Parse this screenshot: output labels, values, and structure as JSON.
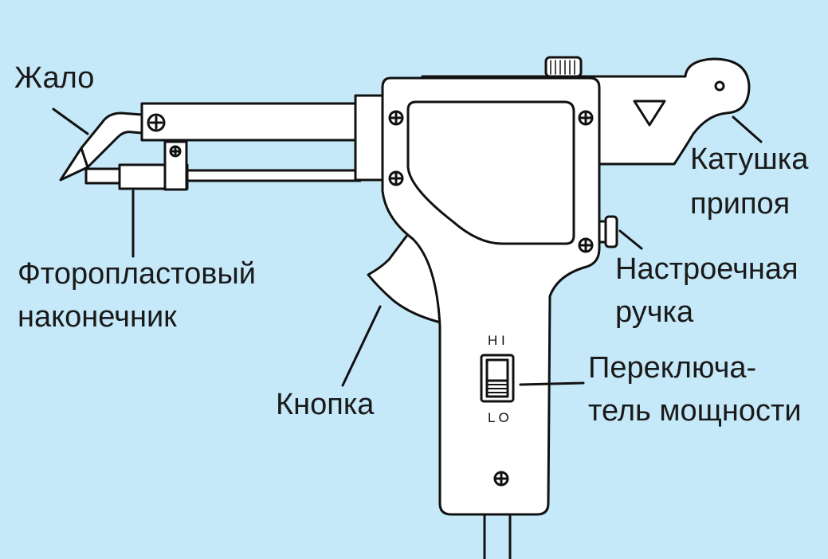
{
  "labels": {
    "tip": "Жало",
    "ptfe_line1": "Фторопластовый",
    "ptfe_line2": "наконечник",
    "trigger": "Кнопка",
    "reel_line1": "Катушка",
    "reel_line2": "припоя",
    "knob_line1": "Настроечная",
    "knob_line2": "ручка",
    "switch_line1": "Переключа-",
    "switch_line2": "тель мощности"
  },
  "switch_marks": {
    "hi": "H I",
    "lo": "L O"
  },
  "colors": {
    "background": "#c6e9f9",
    "body_fill": "#ffffff",
    "outline": "#111111"
  }
}
